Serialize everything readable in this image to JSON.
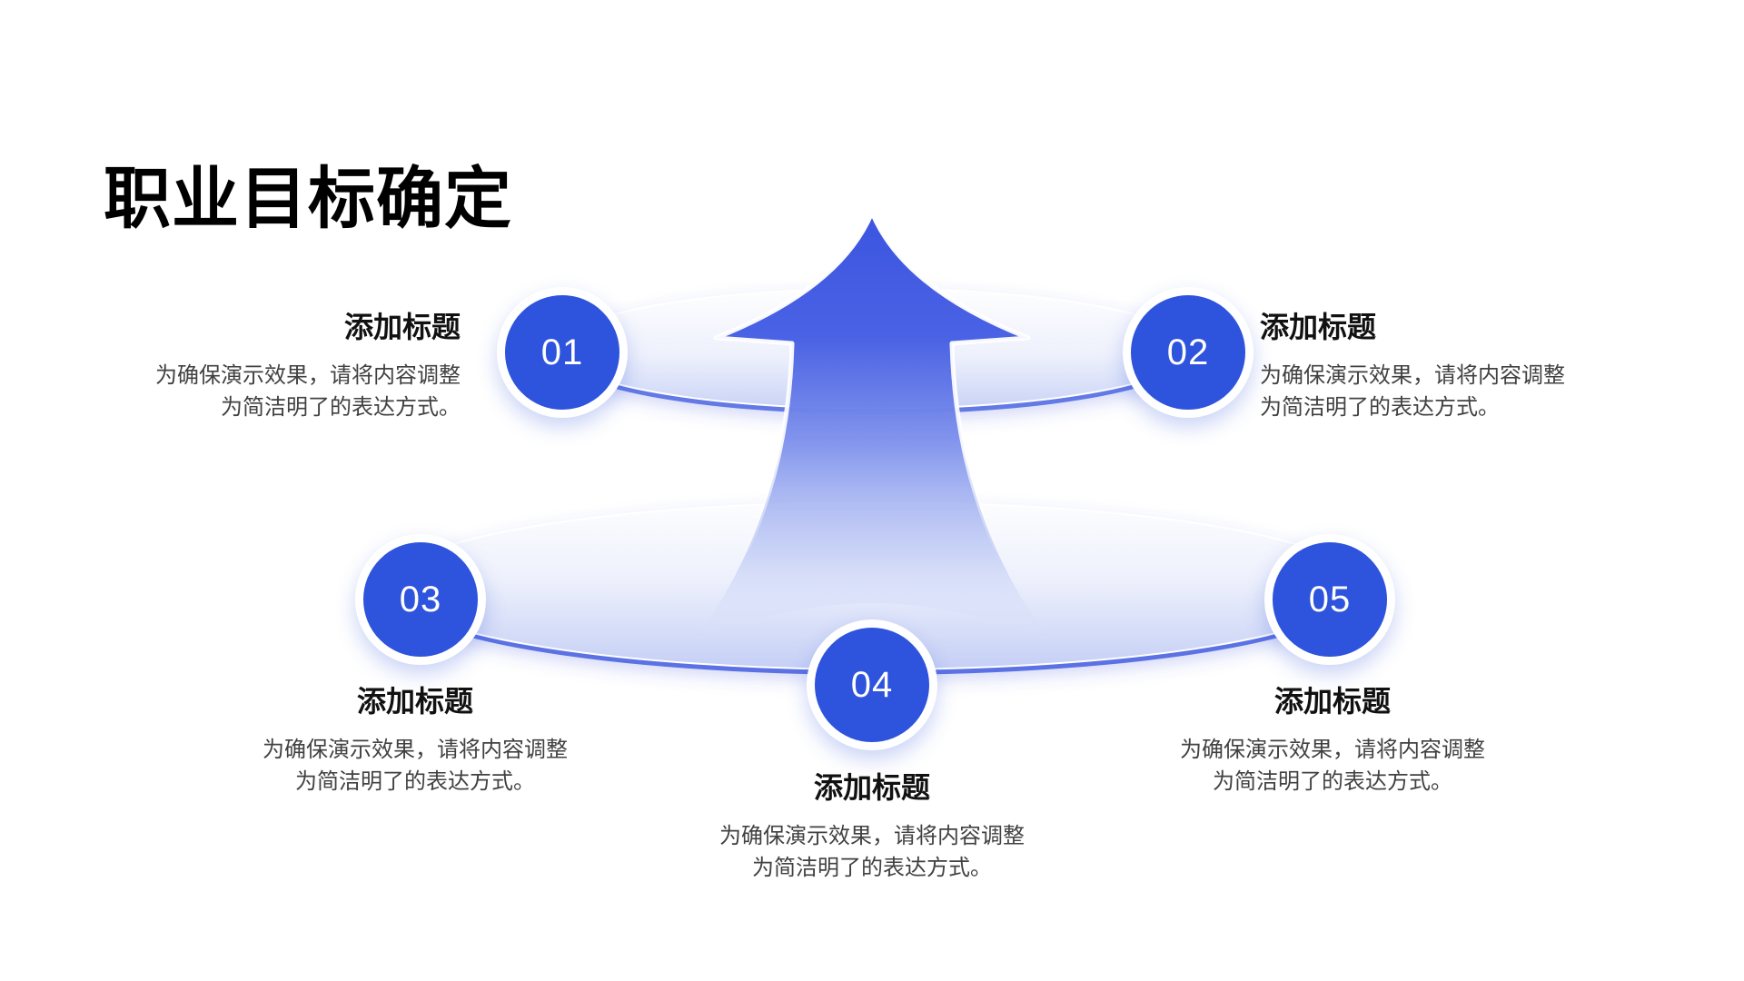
{
  "title": "职业目标确定",
  "colors": {
    "background": "#FFFFFF",
    "accent_blue": "#2E53DC",
    "arrow_blue": "#3C55E0",
    "band_light": "#EEF1FC",
    "band_edge_blue": "#5B72E4",
    "heading_color": "#111111",
    "body_color": "#414141",
    "number_color": "#FFFFFF",
    "title_color": "#000000"
  },
  "items": [
    {
      "number": "01",
      "heading": "添加标题",
      "body_line1": "为确保演示效果，请将内容调整",
      "body_line2": "为简洁明了的表达方式。"
    },
    {
      "number": "02",
      "heading": "添加标题",
      "body_line1": "为确保演示效果，请将内容调整",
      "body_line2": "为简洁明了的表达方式。"
    },
    {
      "number": "03",
      "heading": "添加标题",
      "body_line1": "为确保演示效果，请将内容调整",
      "body_line2": "为简洁明了的表达方式。"
    },
    {
      "number": "04",
      "heading": "添加标题",
      "body_line1": "为确保演示效果，请将内容调整",
      "body_line2": "为简洁明了的表达方式。"
    },
    {
      "number": "05",
      "heading": "添加标题",
      "body_line1": "为确保演示效果，请将内容调整",
      "body_line2": "为简洁明了的表达方式。"
    }
  ]
}
